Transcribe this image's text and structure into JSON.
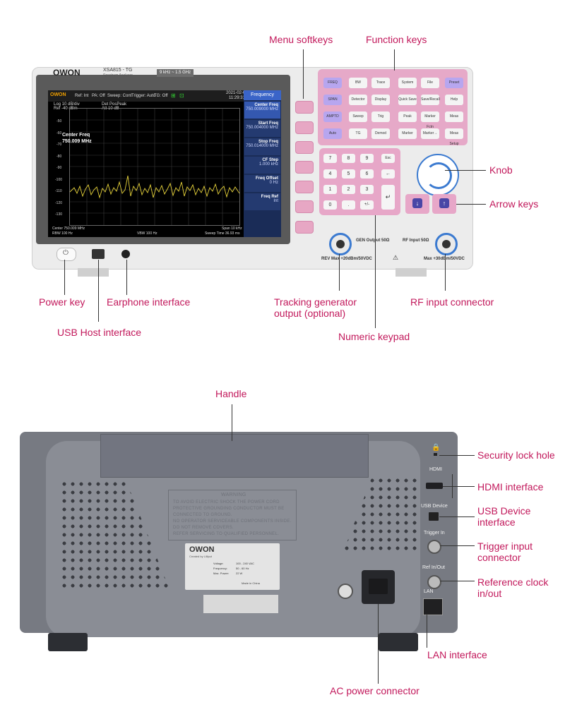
{
  "front_callouts": {
    "menu_softkeys": "Menu softkeys",
    "function_keys": "Function keys",
    "knob": "Knob",
    "arrow_keys": "Arrow keys",
    "power_key": "Power key",
    "earphone_interface": "Earphone interface",
    "usb_host_interface": "USB Host interface",
    "tracking_generator_line1": "Tracking generator",
    "tracking_generator_line2": "output (optional)",
    "numeric_keypad": "Numeric keypad",
    "rf_input_connector": "RF input connector"
  },
  "rear_callouts": {
    "handle": "Handle",
    "security_lock_hole": "Security lock hole",
    "hdmi_interface": "HDMI interface",
    "usb_device_line1": "USB Device",
    "usb_device_line2": "interface",
    "trigger_input_line1": "Trigger input",
    "trigger_input_line2": "connector",
    "reference_clock_line1": "Reference clock",
    "reference_clock_line2": "in/out",
    "lan_interface": "LAN interface",
    "ac_power_connector": "AC power connector"
  },
  "device_front": {
    "brand": "OWON",
    "model": "XSA815 - TG",
    "subtitle": "Spectrum Analyzer",
    "freq_range": "9 kHz ~ 1.5 GHz",
    "gen_output": "GEN Output 50Ω",
    "rf_input": "RF Input 50Ω",
    "rev_max": "REV Max +20dBm/50VDC",
    "max_input": "Max +30dBm/50VDC"
  },
  "screen": {
    "status": [
      "Ref: Int",
      "PA: Off",
      "Sweep: Cont",
      "Trigger: Auto",
      "TG: Off"
    ],
    "date": "2021-02-05",
    "time": "11:29:31",
    "log": "Log 10 dB/div",
    "ref": "Ref -40 dBm",
    "det": "Det PosPeak",
    "att": "Att 10 dB",
    "marker_label": "Center Freq",
    "marker_value": "750.009 MHz",
    "y_ticks": [
      "-50",
      "-60",
      "-70",
      "-80",
      "-90",
      "-100",
      "-110",
      "-120",
      "-130"
    ],
    "center": "Center 750.009 MHz",
    "rbw": "RBW 100 Hz",
    "vbw": "VBW 100 Hz",
    "span": "Span 10 kHz",
    "sweep_time": "Sweep Time 36.93 ms",
    "panel_title": "Frequency",
    "panel_items": [
      {
        "name": "Center Freq",
        "value": "750.009000 MHz"
      },
      {
        "name": "Start Freq",
        "value": "750.004000 MHz"
      },
      {
        "name": "Stop Freq",
        "value": "750.014000 MHz"
      },
      {
        "name": "CF Step",
        "value": "1.000 kHz"
      },
      {
        "name": "Freq Offset",
        "value": "0 Hz"
      },
      {
        "name": "Freq Ref",
        "value": "Int"
      }
    ]
  },
  "function_keys": [
    [
      "FREQ",
      "BW",
      "Trace"
    ],
    [
      "SPAN",
      "Detector",
      "Display"
    ],
    [
      "AMPTD",
      "Sweep",
      "Trig"
    ],
    [
      "Auto",
      "TG",
      "Demod"
    ]
  ],
  "function_keys_right": [
    [
      "System",
      "File",
      "Preset"
    ],
    [
      "Quick Save",
      "Save/Recall",
      "Help"
    ],
    [
      "Peak",
      "Marker Fctn",
      "Meas"
    ],
    [
      "Marker",
      "Marker→",
      "Meas Setup"
    ]
  ],
  "numeric_keys": [
    [
      "7",
      "8",
      "9",
      "Esc"
    ],
    [
      "4",
      "5",
      "6",
      "←"
    ],
    [
      "1",
      "2",
      "3",
      ""
    ],
    [
      "0",
      ".",
      "+/-",
      ""
    ]
  ],
  "device_rear": {
    "warning_title": "WARNING",
    "warning_lines": [
      "TO AVOID ELECTRIC SHOCK THE POWER CORD",
      "PROTECTIVE GROUNDING CONDUCTOR MUST BE",
      "CONNECTED TO GROUND.",
      "NO OPERATOR SERVICEABLE COMPONENTS INSIDE.",
      "DO NOT REMOVE COVERS.",
      "REFER SERVICING TO QUALIFIED PERSONNEL."
    ],
    "label_brand": "OWON",
    "label_created": "Created by Lilliput",
    "voltage_label": "Voltage:",
    "voltage_value": "100 - 240 VAC",
    "frequency_label": "Frequency:",
    "frequency_value": "50 - 60 Hz",
    "power_label": "Max. Power:",
    "power_value": "22 W",
    "made_in": "Made in China",
    "port_hdmi": "HDMI",
    "port_usb": "USB Device",
    "port_trigger": "Trigger In",
    "port_ref": "Ref In/Out",
    "port_lan": "LAN"
  }
}
